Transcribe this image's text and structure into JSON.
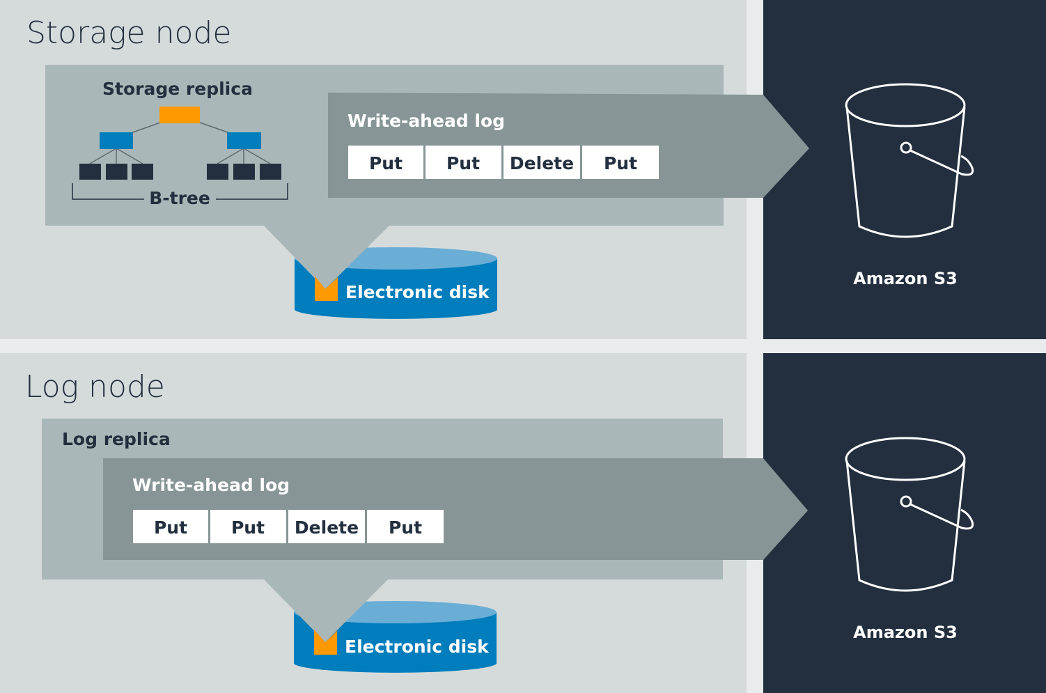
{
  "colors": {
    "node_bg": "#d5dbdb",
    "replica_bg": "#aab7b8",
    "wal_bg": "#879596",
    "dark_bg": "#232f3e",
    "disk_blue": "#007dbc",
    "disk_top": "#6aaed6",
    "accent_orange": "#ff9900"
  },
  "storage_node": {
    "title": "Storage node",
    "replica_label": "Storage replica",
    "btree_label": "B-tree",
    "wal_label": "Write-ahead log",
    "operations": [
      "Put",
      "Put",
      "Delete",
      "Put"
    ],
    "disk_label": "Electronic disk",
    "s3_label": "Amazon S3"
  },
  "log_node": {
    "title": "Log node",
    "replica_label": "Log replica",
    "wal_label": "Write-ahead log",
    "operations": [
      "Put",
      "Put",
      "Delete",
      "Put"
    ],
    "disk_label": "Electronic disk",
    "s3_label": "Amazon S3"
  }
}
